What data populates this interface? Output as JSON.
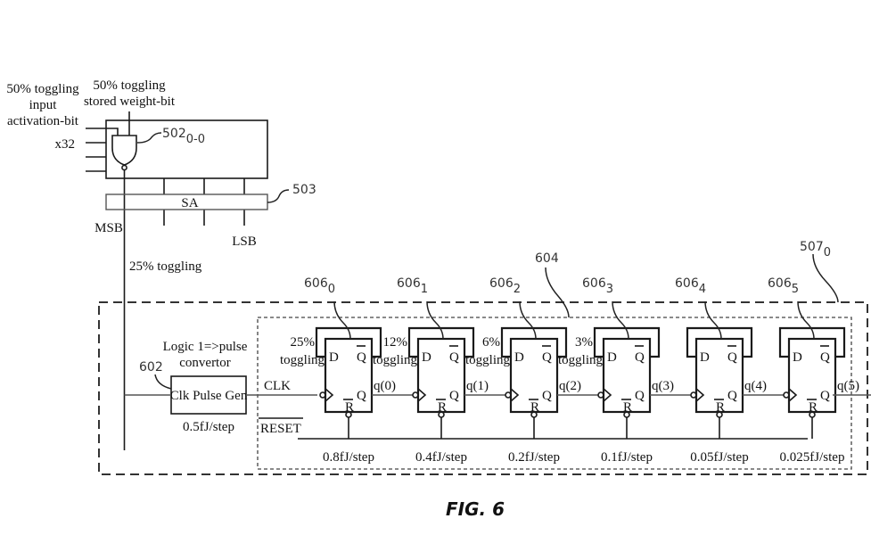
{
  "figure": {
    "caption": "FIG. 6"
  },
  "top_labels": {
    "input_toggling": [
      "50% toggling",
      "input",
      "activation-bit",
      "x32"
    ],
    "weight_toggling": [
      "50% toggling",
      "stored weight-bit"
    ],
    "nand_ref": "502",
    "nand_ref_sub": "0-0",
    "sa_label": "SA",
    "sa_ref": "503",
    "msb": "MSB",
    "lsb": "LSB",
    "output_toggling": "25% toggling"
  },
  "counter_block": {
    "outer_ref": "507",
    "outer_ref_sub": "0",
    "inner_ref": "604",
    "pulse_gen_ref": "602",
    "pulse_gen_title": [
      "Logic 1=>pulse",
      "convertor"
    ],
    "pulse_gen_label": "Clk Pulse Gen",
    "pulse_gen_energy": "0.5fJ/step",
    "clk_label": "CLK",
    "reset_label": "RESET"
  },
  "flip_flops": [
    {
      "ref": "606",
      "sub": "0",
      "in_toggling": [
        "25%",
        "toggling"
      ],
      "output": "q(0)",
      "energy": "0.8fJ/step"
    },
    {
      "ref": "606",
      "sub": "1",
      "in_toggling": [
        "12%",
        "toggling"
      ],
      "output": "q(1)",
      "energy": "0.4fJ/step"
    },
    {
      "ref": "606",
      "sub": "2",
      "in_toggling": [
        "6%",
        "toggling"
      ],
      "output": "q(2)",
      "energy": "0.2fJ/step"
    },
    {
      "ref": "606",
      "sub": "3",
      "in_toggling": [
        "3%",
        "toggling"
      ],
      "output": "q(3)",
      "energy": "0.1fJ/step"
    },
    {
      "ref": "606",
      "sub": "4",
      "in_toggling": null,
      "output": "q(4)",
      "energy": "0.05fJ/step"
    },
    {
      "ref": "606",
      "sub": "5",
      "in_toggling": null,
      "output": "q(5)",
      "energy": "0.025fJ/step"
    }
  ],
  "ff_pins": {
    "d": "D",
    "qbar": "Q",
    "q": "Q",
    "rbar": "R"
  }
}
